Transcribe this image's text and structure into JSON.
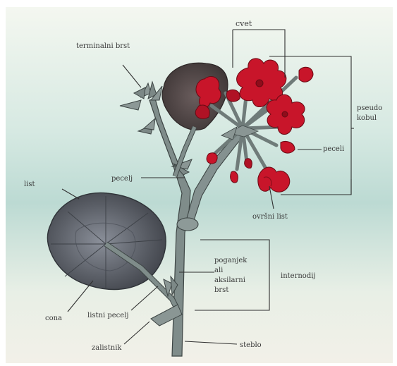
{
  "diagram": {
    "labels": {
      "terminal_bud": "terminalni brst",
      "flower": "cvet",
      "pseudo_umbel": [
        "pseudo",
        "kobul"
      ],
      "flower_stalk": "peceli",
      "stalk": "pecelj",
      "leaf": "list",
      "bract": "ovršni list",
      "shoot": [
        "poganjek",
        "ali",
        "aksilarni",
        "brst"
      ],
      "internode": "internodij",
      "zone": "cona",
      "leaf_stalk": "listni pecelj",
      "node": "zalistnik",
      "stem": "steblo"
    },
    "colors": {
      "background_top": "#f4f8f3",
      "background_mid": "#bcdad3",
      "petal": "#c8152a",
      "petal_dark": "#8f0d1b",
      "stem": "#7f8c8a",
      "leaf": "#5a5f66",
      "line": "#2f2f2f"
    }
  }
}
